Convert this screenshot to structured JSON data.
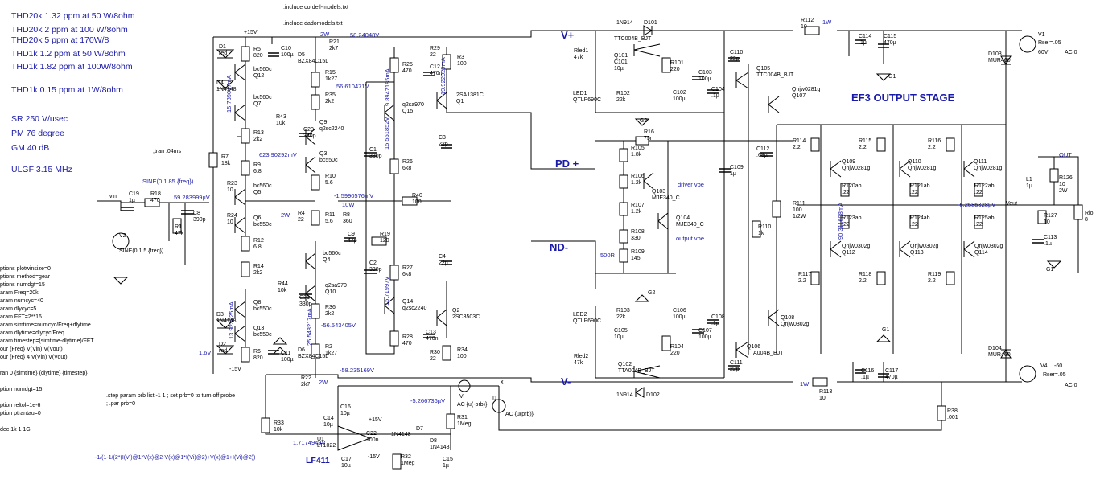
{
  "specs": [
    {
      "id": "s1",
      "text": "THD20k 1.32 ppm at 50 W/8ohm"
    },
    {
      "id": "s2",
      "text": "THD20k 2 ppm at 100 W/8ohm"
    },
    {
      "id": "s3",
      "text": "THD20k 5 ppm at 170W/8"
    },
    {
      "id": "s4",
      "text": "THD1k 1.2 ppm at 50 W/8ohm"
    },
    {
      "id": "s5",
      "text": "THD1k 1.82 ppm at 100W/8ohm"
    },
    {
      "id": "s6",
      "text": "THD1k 0.15 ppm at 1W/8ohm"
    },
    {
      "id": "s7",
      "text": "SR 250 V/usec"
    },
    {
      "id": "s8",
      "text": "PM  76 degree"
    },
    {
      "id": "s9",
      "text": "GM  40 dB"
    },
    {
      "id": "s10",
      "text": "ULGF 3.15 MHz"
    }
  ],
  "directives": {
    "include1": ".include cordell-models.txt",
    "include2": ".include dadomodels.txt",
    "tran": ";tran .04ms",
    "step": ".step param prb list -1 1 ; set prb=0 to turn off probe",
    "par": "; .par prb=0",
    "left": [
      "ptions plotwinsize=0",
      "ptions method=gear",
      "ptions numdgt=15",
      "aram Freq=20k",
      "aram numcyc=40",
      "aram dlycyc=5",
      "aram FFT=2**16",
      "aram simtime=numcyc/Freq+dlytime",
      "aram dlytime=dlycyc/Freq",
      "aram timestep=(simtime-dlytime)/FFT",
      "our {Freq} V(Vin) V(Vout)",
      "our {Freq} 4 V(Vin) V(Vout)",
      "",
      "ran 0 {simtime} {dlytime} {timestep}",
      "",
      "ption numdgt=15",
      "",
      "ption reltol=1e-6",
      "ption ptrantau=0",
      "",
      "dec 1k 1 1G"
    ],
    "formula": "-1/(1-1/(2*(I(Vi)@1*V(x)@2-V(x)@1*I(Vi)@2)+V(x)@1+I(Vi)@2))"
  },
  "titles": {
    "vplus": "V+",
    "vminus": "V-",
    "pdplus": "PD +",
    "ndminus": "ND-",
    "ef3": "EF3 OUTPUT STAGE",
    "lf411": "LF411",
    "driver": "driver vbe",
    "output": "output vbe",
    "r500": "500R",
    "out": "OUT",
    "vout": "Vout",
    "vin": "vin",
    "v16": "1.6V",
    "w10": "10W",
    "w2a": "2W",
    "w2b": "2W",
    "w2c": "2W",
    "w1a": "1W",
    "w1b": "1W"
  },
  "nets": [
    {
      "id": "n1",
      "text": "58.24048V"
    },
    {
      "id": "n2",
      "text": "56.610471V"
    },
    {
      "id": "n3",
      "text": "623.90292mV"
    },
    {
      "id": "n4",
      "text": "-1.5990576mV"
    },
    {
      "id": "n5",
      "text": "59.283999µV"
    },
    {
      "id": "n6",
      "text": "-56.543405V"
    },
    {
      "id": "n7",
      "text": "-58.235169V"
    },
    {
      "id": "n8",
      "text": "-5.266736µV"
    },
    {
      "id": "n9",
      "text": "1.7174949V"
    },
    {
      "id": "n10",
      "text": "-5.2585328µV"
    },
    {
      "id": "n11",
      "text": "15.789047mA"
    },
    {
      "id": "n12",
      "text": "13.923825mA"
    },
    {
      "id": "n13",
      "text": "9.8947185mA"
    },
    {
      "id": "n14",
      "text": "19.922029mA"
    },
    {
      "id": "n15",
      "text": "15.561852V"
    },
    {
      "id": "n16",
      "text": "15.71997V"
    },
    {
      "id": "n17",
      "text": "25.548217mA"
    },
    {
      "id": "n18",
      "text": "90.311608mA"
    }
  ],
  "sources": {
    "sine1": "SINE(0 1.85 {freq})",
    "sine2": "SINE(0 1.5 {freq})",
    "v1": "V1",
    "v1r": "Rser=.05",
    "v1v": "60V",
    "v1ac": "AC 0",
    "v4": "V4",
    "v4v": "-60",
    "v4r": "Rser=.05",
    "v4ac": "AC 0",
    "vi": "Vi",
    "vi_ac": "AC {u(-prb)}",
    "ii": "I1",
    "ii_ac": "AC {u(prb)}",
    "x": "x",
    "v2": "V2"
  },
  "parts": [
    {
      "id": "p1",
      "text": "D1\nred"
    },
    {
      "id": "p2",
      "text": "R5\n820"
    },
    {
      "id": "p3",
      "text": "C10\n100µ"
    },
    {
      "id": "p4",
      "text": "D5\nBZX84C15L"
    },
    {
      "id": "p5",
      "text": "R21\n2k7"
    },
    {
      "id": "p6",
      "text": "D4\n1N4148"
    },
    {
      "id": "p7",
      "text": "bc560c\nQ12"
    },
    {
      "id": "p8",
      "text": "R15\n1k27"
    },
    {
      "id": "p9",
      "text": "R35\n2k2"
    },
    {
      "id": "p10",
      "text": "bc560c\nQ7"
    },
    {
      "id": "p11",
      "text": "R43\n10k"
    },
    {
      "id": "p12",
      "text": "Q9\nq2sc2240"
    },
    {
      "id": "p13",
      "text": "R13\n2k2"
    },
    {
      "id": "p14",
      "text": "C20\n330p"
    },
    {
      "id": "p15",
      "text": "Q3\nbc550c"
    },
    {
      "id": "p16",
      "text": "R7\n18k"
    },
    {
      "id": "p17",
      "text": "R9\n6.8"
    },
    {
      "id": "p18",
      "text": "R10\n5.6"
    },
    {
      "id": "p19",
      "text": "bc560c\nQ5"
    },
    {
      "id": "p20",
      "text": "R23\n10"
    },
    {
      "id": "p21",
      "text": "C19\n1µ"
    },
    {
      "id": "p22",
      "text": "R18\n470"
    },
    {
      "id": "p23",
      "text": "C8\n390p"
    },
    {
      "id": "p24",
      "text": "R1\n47k"
    },
    {
      "id": "p25",
      "text": "R24\n10"
    },
    {
      "id": "p26",
      "text": "Q6\nbc550c"
    },
    {
      "id": "p27",
      "text": "R4\n22"
    },
    {
      "id": "p28",
      "text": "R11\n5.6"
    },
    {
      "id": "p29",
      "text": "R8\n360"
    },
    {
      "id": "p30",
      "text": "R12\n6.8"
    },
    {
      "id": "p31",
      "text": "bc560c\nQ4"
    },
    {
      "id": "p32",
      "text": "R14\n2k2"
    },
    {
      "id": "p33",
      "text": "R44\n10k"
    },
    {
      "id": "p34",
      "text": "q2sa970\nQ10"
    },
    {
      "id": "p35",
      "text": "Q8\nbc550c"
    },
    {
      "id": "p36",
      "text": "C21\n330p"
    },
    {
      "id": "p37",
      "text": "R36\n2k2"
    },
    {
      "id": "p38",
      "text": "D3\n1N4148"
    },
    {
      "id": "p39",
      "text": "Q13\nbc550c"
    },
    {
      "id": "p40",
      "text": "R2\n1k27"
    },
    {
      "id": "p41",
      "text": "D2\nred"
    },
    {
      "id": "p42",
      "text": "R6\n820"
    },
    {
      "id": "p43",
      "text": "C11\n100µ"
    },
    {
      "id": "p44",
      "text": "D6\nBZX84C15L"
    },
    {
      "id": "p45",
      "text": "R22\n2k7"
    },
    {
      "id": "p46",
      "text": "R25\n470"
    },
    {
      "id": "p47",
      "text": "R29\n22"
    },
    {
      "id": "p48",
      "text": "C12\n470n"
    },
    {
      "id": "p49",
      "text": "R3\n100"
    },
    {
      "id": "p50",
      "text": "q2sa970\nQ15"
    },
    {
      "id": "p51",
      "text": "2SA1381C\nQ1"
    },
    {
      "id": "p52",
      "text": "C1\n330p"
    },
    {
      "id": "p53",
      "text": "R26\n6k8"
    },
    {
      "id": "p54",
      "text": "C3\n22p"
    },
    {
      "id": "p55",
      "text": "R40\n100"
    },
    {
      "id": "p56",
      "text": "C9\n47p"
    },
    {
      "id": "p57",
      "text": "R19\n120"
    },
    {
      "id": "p58",
      "text": "C2\n330p"
    },
    {
      "id": "p59",
      "text": "R27\n6k8"
    },
    {
      "id": "p60",
      "text": "C4\n22p"
    },
    {
      "id": "p61",
      "text": "Q14\nq2sc2240"
    },
    {
      "id": "p62",
      "text": "Q2\n2SC3503C"
    },
    {
      "id": "p63",
      "text": "R28\n470"
    },
    {
      "id": "p64",
      "text": "C13\n470n"
    },
    {
      "id": "p65",
      "text": "R30\n22"
    },
    {
      "id": "p66",
      "text": "R34\n100"
    },
    {
      "id": "p67",
      "text": "Rled1\n47k"
    },
    {
      "id": "p68",
      "text": "LED1\nQTLP690C"
    },
    {
      "id": "p69",
      "text": "Q101\nC101\n10µ"
    },
    {
      "id": "p70",
      "text": "TTC004B_BJT"
    },
    {
      "id": "p71",
      "text": "R101\n220"
    },
    {
      "id": "p72",
      "text": "R102\n22k"
    },
    {
      "id": "p73",
      "text": "C102\n100µ"
    },
    {
      "id": "p74",
      "text": "C103\n100µ"
    },
    {
      "id": "p75",
      "text": "C104\n.1µ"
    },
    {
      "id": "p76",
      "text": "1N914"
    },
    {
      "id": "p77",
      "text": "D101"
    },
    {
      "id": "p78",
      "text": "R16\n75r"
    },
    {
      "id": "p79",
      "text": "R105\n1.8k"
    },
    {
      "id": "p80",
      "text": "R106\n1.2k"
    },
    {
      "id": "p81",
      "text": "Q103\nMJE340_C"
    },
    {
      "id": "p82",
      "text": "R107\n1.2k"
    },
    {
      "id": "p83",
      "text": "Q104\nMJE340_C"
    },
    {
      "id": "p84",
      "text": "R108\n330"
    },
    {
      "id": "p85",
      "text": "R109\n145"
    },
    {
      "id": "p86",
      "text": "LED2\nQTLP690C"
    },
    {
      "id": "p87",
      "text": "R103\n22k"
    },
    {
      "id": "p88",
      "text": "C105\n10µ"
    },
    {
      "id": "p89",
      "text": "C106\n100µ"
    },
    {
      "id": "p90",
      "text": "C107\n100µ"
    },
    {
      "id": "p91",
      "text": "C108\n.1µ"
    },
    {
      "id": "p92",
      "text": "R104\n220"
    },
    {
      "id": "p93",
      "text": "Rled2\n47k"
    },
    {
      "id": "p94",
      "text": "Q102\nTTA004B_BJT"
    },
    {
      "id": "p95",
      "text": "1N914"
    },
    {
      "id": "p96",
      "text": "D102"
    },
    {
      "id": "p97",
      "text": "C110\n22p"
    },
    {
      "id": "p98",
      "text": "C109\n1µ"
    },
    {
      "id": "p99",
      "text": "C111\n22p"
    },
    {
      "id": "p100",
      "text": "Q105\nTTC004B_BJT"
    },
    {
      "id": "p101",
      "text": "Q106\nTTA004B_BJT"
    },
    {
      "id": "p102",
      "text": "Qnjw0281g\nQ107"
    },
    {
      "id": "p103",
      "text": "Q108\nQnjw0302g"
    },
    {
      "id": "p104",
      "text": "C112\n.68µ"
    },
    {
      "id": "p105",
      "text": "R110\n1k"
    },
    {
      "id": "p106",
      "text": "R111\n100\n1/2W"
    },
    {
      "id": "p107",
      "text": "R112\n10"
    },
    {
      "id": "p108",
      "text": "R113\n10"
    },
    {
      "id": "p109",
      "text": "C114\n.1µ"
    },
    {
      "id": "p110",
      "text": "C115\n470µ"
    },
    {
      "id": "p111",
      "text": "C116\n.1µ"
    },
    {
      "id": "p112",
      "text": "C117\n470µ"
    },
    {
      "id": "p113",
      "text": "R114\n2.2"
    },
    {
      "id": "p114",
      "text": "R115\n2.2"
    },
    {
      "id": "p115",
      "text": "R116\n2.2"
    },
    {
      "id": "p116",
      "text": "Q109\nQnjw0281g"
    },
    {
      "id": "p117",
      "text": "Q110\nQnjw0281g"
    },
    {
      "id": "p118",
      "text": "Q111\nQnjw0281g"
    },
    {
      "id": "p119",
      "text": "R120ab\n.22"
    },
    {
      "id": "p120",
      "text": "R121ab\n.22"
    },
    {
      "id": "p121",
      "text": "R122ab\n.22"
    },
    {
      "id": "p122",
      "text": "R123ab\n.22"
    },
    {
      "id": "p123",
      "text": "R124ab\n.22"
    },
    {
      "id": "p124",
      "text": "R125ab\n.22"
    },
    {
      "id": "p125",
      "text": "Qnjw0302g\nQ112"
    },
    {
      "id": "p126",
      "text": "Qnjw0302g\nQ113"
    },
    {
      "id": "p127",
      "text": "Qnjw0302g\nQ114"
    },
    {
      "id": "p128",
      "text": "R117\n2.2"
    },
    {
      "id": "p129",
      "text": "R118\n2.2"
    },
    {
      "id": "p130",
      "text": "R119\n2.2"
    },
    {
      "id": "p131",
      "text": "D103\nMUR460"
    },
    {
      "id": "p132",
      "text": "D104\nMUR460"
    },
    {
      "id": "p133",
      "text": "L1\n1µ"
    },
    {
      "id": "p134",
      "text": "R126\n10\n2W"
    },
    {
      "id": "p135",
      "text": "R127\n10"
    },
    {
      "id": "p136",
      "text": "C113\n.1µ"
    },
    {
      "id": "p137",
      "text": "R38\n.001"
    },
    {
      "id": "p138",
      "text": "R33\n10k"
    },
    {
      "id": "p139",
      "text": "C14\n10µ"
    },
    {
      "id": "p140",
      "text": "C16\n10µ"
    },
    {
      "id": "p141",
      "text": "C22\n100n"
    },
    {
      "id": "p142",
      "text": "U1\nLT1022"
    },
    {
      "id": "p143",
      "text": "1N4148"
    },
    {
      "id": "p144",
      "text": "D7"
    },
    {
      "id": "p145",
      "text": "D8\n1N4148"
    },
    {
      "id": "p146",
      "text": "R31\n1Meg"
    },
    {
      "id": "p147",
      "text": "R32\n1Meg"
    },
    {
      "id": "p148",
      "text": "C15\n1µ"
    },
    {
      "id": "p149",
      "text": "C17\n10µ"
    },
    {
      "id": "p150",
      "text": "Rlo\n8"
    },
    {
      "id": "p151",
      "text": "G2"
    },
    {
      "id": "p152",
      "text": "G2"
    },
    {
      "id": "p153",
      "text": "G1"
    },
    {
      "id": "p154",
      "text": "G1"
    },
    {
      "id": "p155",
      "text": "G1"
    },
    {
      "id": "p156",
      "text": "+15V"
    },
    {
      "id": "p157",
      "text": "-15V"
    },
    {
      "id": "p158",
      "text": "+15V"
    },
    {
      "id": "p159",
      "text": "-15V"
    }
  ]
}
